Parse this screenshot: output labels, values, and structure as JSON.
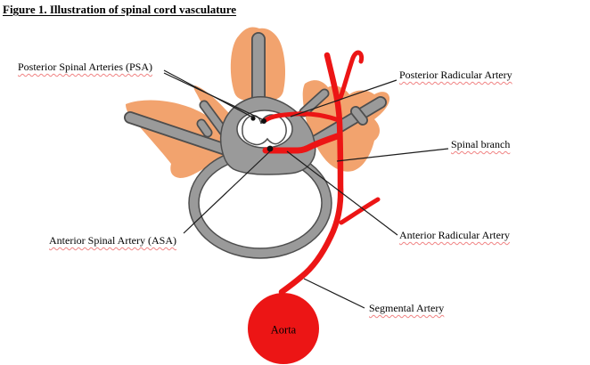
{
  "figure": {
    "title": "Figure 1. Illustration of spinal cord vasculature",
    "labels": {
      "psa": "Posterior Spinal Arteries (PSA)",
      "posterior_radicular": "Posterior Radicular Artery",
      "spinal_branch": "Spinal branch",
      "anterior_radicular": "Anterior Radicular Artery",
      "asa": "Anterior Spinal Artery (ASA)",
      "segmental": "Segmental Artery",
      "aorta": "Aorta"
    },
    "colors": {
      "artery_red": "#ec1515",
      "soft_tissue_orange": "#f2a36e",
      "bone_gray": "#9a9a9a",
      "outline_gray": "#4e4e4e"
    }
  }
}
